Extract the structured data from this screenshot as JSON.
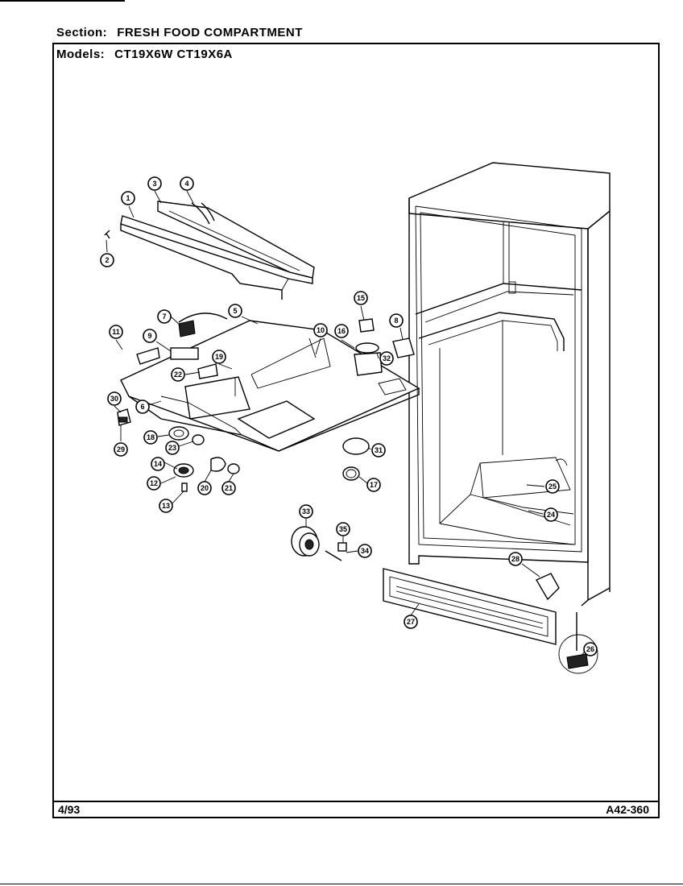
{
  "header": {
    "section_label": "Section:",
    "section_value": "FRESH FOOD COMPARTMENT",
    "models_label": "Models:",
    "models_value": "CT19X6W CT19X6A"
  },
  "footer": {
    "date": "4/93",
    "code": "A42-360"
  },
  "callouts": [
    "1",
    "2",
    "3",
    "4",
    "5",
    "6",
    "7",
    "8",
    "9",
    "10",
    "11",
    "12",
    "13",
    "14",
    "15",
    "16",
    "17",
    "18",
    "19",
    "20",
    "21",
    "22",
    "23",
    "24",
    "25",
    "26",
    "27",
    "28",
    "29",
    "30",
    "31",
    "32",
    "33",
    "34",
    "35"
  ]
}
